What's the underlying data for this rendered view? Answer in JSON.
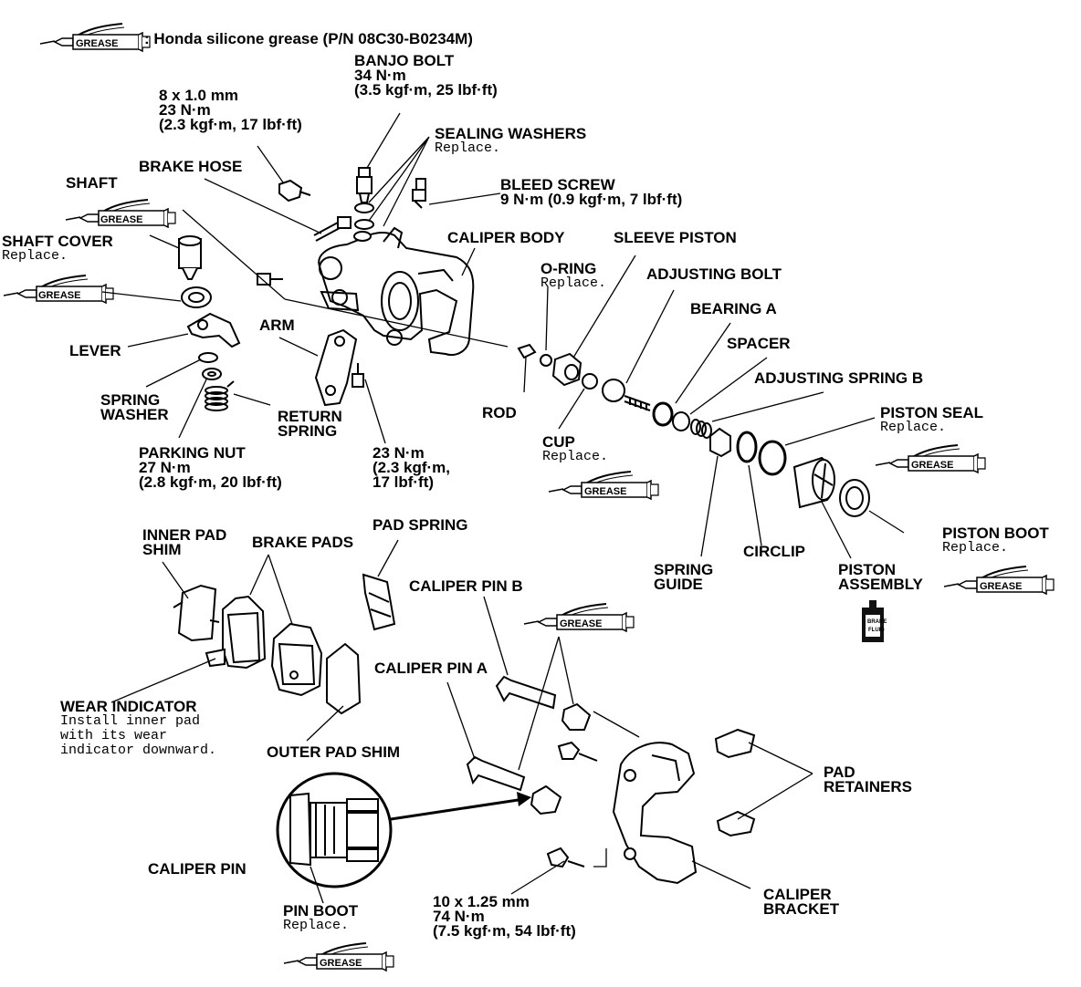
{
  "legend": {
    "text": ": Honda silicone grease (P/N 08C30-B0234M)",
    "grease_badge": "GREASE"
  },
  "brake_fluid_badge": "BRAKE FLUID",
  "labels": {
    "banjo_bolt": "BANJO BOLT",
    "banjo_torque": "34 N·m",
    "banjo_torque2": "(3.5 kgf·m, 25 lbf·ft)",
    "bolt_8x10": "8 x 1.0 mm",
    "bolt_8x10_torque": "23 N·m",
    "bolt_8x10_torque2": "(2.3 kgf·m, 17 lbf·ft)",
    "sealing_washers": "SEALING WASHERS",
    "sealing_washers_note": "Replace.",
    "brake_hose": "BRAKE HOSE",
    "bleed_screw": "BLEED SCREW",
    "bleed_screw_torque": "9 N·m (0.9 kgf·m, 7 lbf·ft)",
    "shaft": "SHAFT",
    "caliper_body": "CALIPER BODY",
    "sleeve_piston": "SLEEVE PISTON",
    "shaft_cover": "SHAFT COVER",
    "shaft_cover_note": "Replace.",
    "o_ring": "O-RING",
    "o_ring_note": "Replace.",
    "adjusting_bolt": "ADJUSTING BOLT",
    "bearing_a": "BEARING A",
    "arm": "ARM",
    "lever": "LEVER",
    "spacer": "SPACER",
    "adjusting_spring_b": "ADJUSTING SPRING B",
    "spring_washer_1": "SPRING",
    "spring_washer_2": "WASHER",
    "return_spring_1": "RETURN",
    "return_spring_2": "SPRING",
    "rod": "ROD",
    "piston_seal": "PISTON SEAL",
    "piston_seal_note": "Replace.",
    "parking_nut": "PARKING NUT",
    "parking_nut_torque": "27 N·m",
    "parking_nut_torque2": "(2.8 kgf·m, 20 lbf·ft)",
    "arm_torque": "23 N·m",
    "arm_torque2": "(2.3 kgf·m,",
    "arm_torque3": "17 lbf·ft)",
    "cup": "CUP",
    "cup_note": "Replace.",
    "piston_boot": "PISTON BOOT",
    "piston_boot_note": "Replace.",
    "inner_pad_shim_1": "INNER PAD",
    "inner_pad_shim_2": "SHIM",
    "brake_pads": "BRAKE PADS",
    "pad_spring": "PAD SPRING",
    "spring_guide_1": "SPRING",
    "spring_guide_2": "GUIDE",
    "circlip": "CIRCLIP",
    "piston_assembly_1": "PISTON",
    "piston_assembly_2": "ASSEMBLY",
    "caliper_pin_b": "CALIPER PIN B",
    "caliper_pin_a": "CALIPER PIN A",
    "wear_indicator": "WEAR INDICATOR",
    "wear_indicator_note1": "Install inner pad",
    "wear_indicator_note2": "with its wear",
    "wear_indicator_note3": "indicator downward.",
    "outer_pad_shim": "OUTER PAD SHIM",
    "pad_retainers_1": "PAD",
    "pad_retainers_2": "RETAINERS",
    "caliper_pin": "CALIPER PIN",
    "bolt_10x125": "10 x 1.25 mm",
    "bolt_10x125_torque": "74 N·m",
    "bolt_10x125_torque2": "(7.5 kgf·m, 54 lbf·ft)",
    "caliper_bracket_1": "CALIPER",
    "caliper_bracket_2": "BRACKET",
    "pin_boot": "PIN BOOT",
    "pin_boot_note": "Replace."
  }
}
